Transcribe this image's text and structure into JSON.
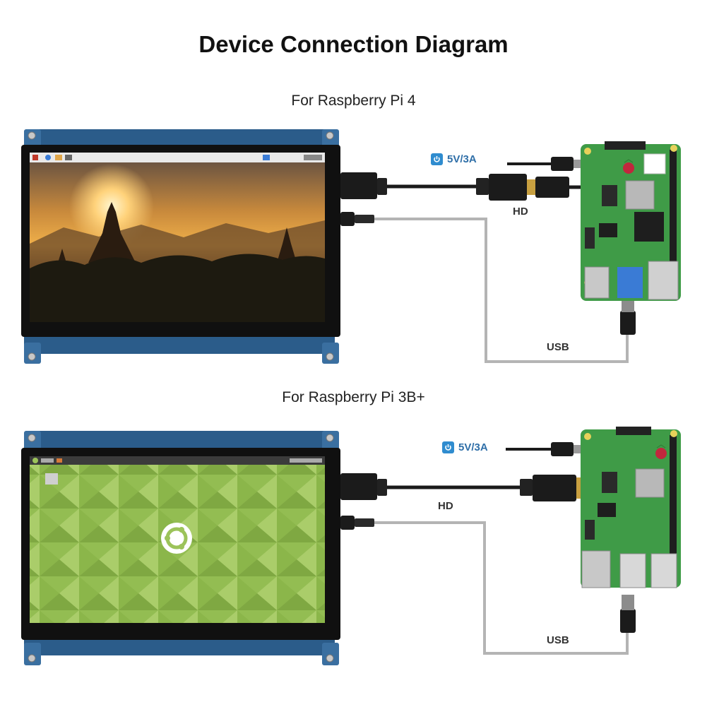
{
  "title": "Device Connection Diagram",
  "sections": [
    {
      "subtitle": "For Raspberry Pi 4",
      "power_label": "5V/3A",
      "hdmi_label": "HD",
      "usb_label": "USB",
      "board": "Raspberry Pi 4",
      "screen_wallpaper": "pagoda-sunset"
    },
    {
      "subtitle": "For Raspberry Pi 3B+",
      "power_label": "5V/3A",
      "hdmi_label": "HD",
      "usb_label": "USB",
      "board": "Raspberry Pi 3B+",
      "screen_wallpaper": "green-triangles"
    }
  ],
  "colors": {
    "power_accent": "#2f8ccf",
    "board_green": "#3f9b47",
    "cable_black": "#1b1b1b",
    "usb_cable_gray": "#b4b4b4",
    "display_frame": "#101010"
  },
  "icons": [
    "power-icon",
    "raspberry-logo-icon",
    "ubuntu-mate-logo-icon"
  ]
}
